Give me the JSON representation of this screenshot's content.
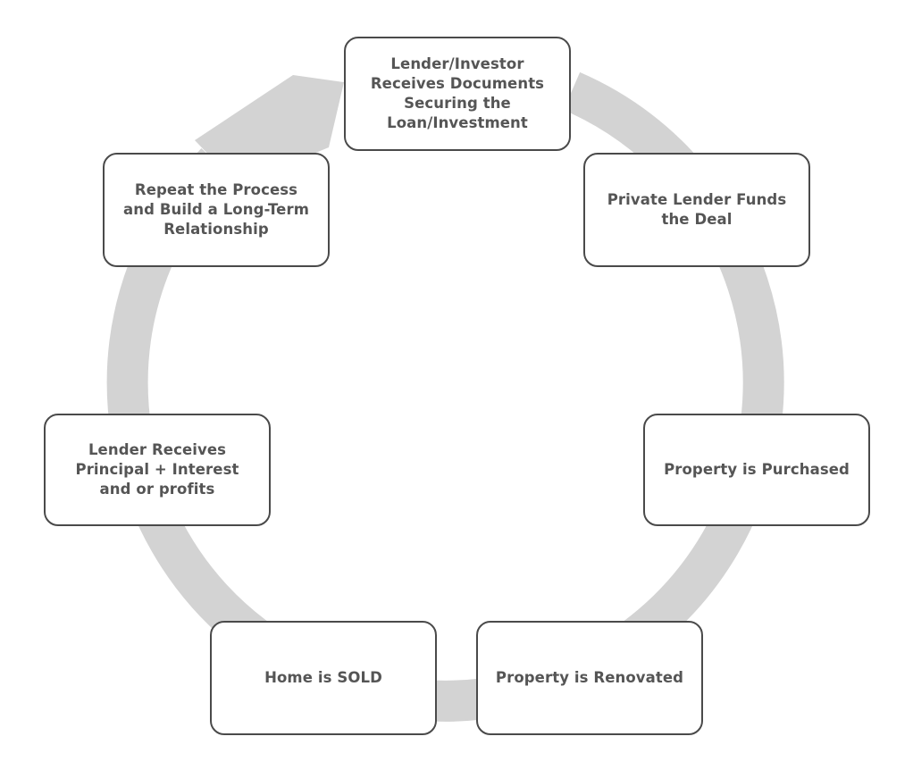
{
  "diagram": {
    "ring_color": "#d3d3d3",
    "box_border_color": "#4a4a4a",
    "text_color": "#555555",
    "steps": [
      {
        "label": "Lender/Investor Receives Documents Securing the Loan/Investment"
      },
      {
        "label": "Private Lender Funds the Deal"
      },
      {
        "label": "Property is Purchased"
      },
      {
        "label": "Property is Renovated"
      },
      {
        "label": "Home is SOLD"
      },
      {
        "label": "Lender Receives Principal + Interest and or profits"
      },
      {
        "label": "Repeat the Process and Build a Long-Term Relationship"
      }
    ]
  }
}
